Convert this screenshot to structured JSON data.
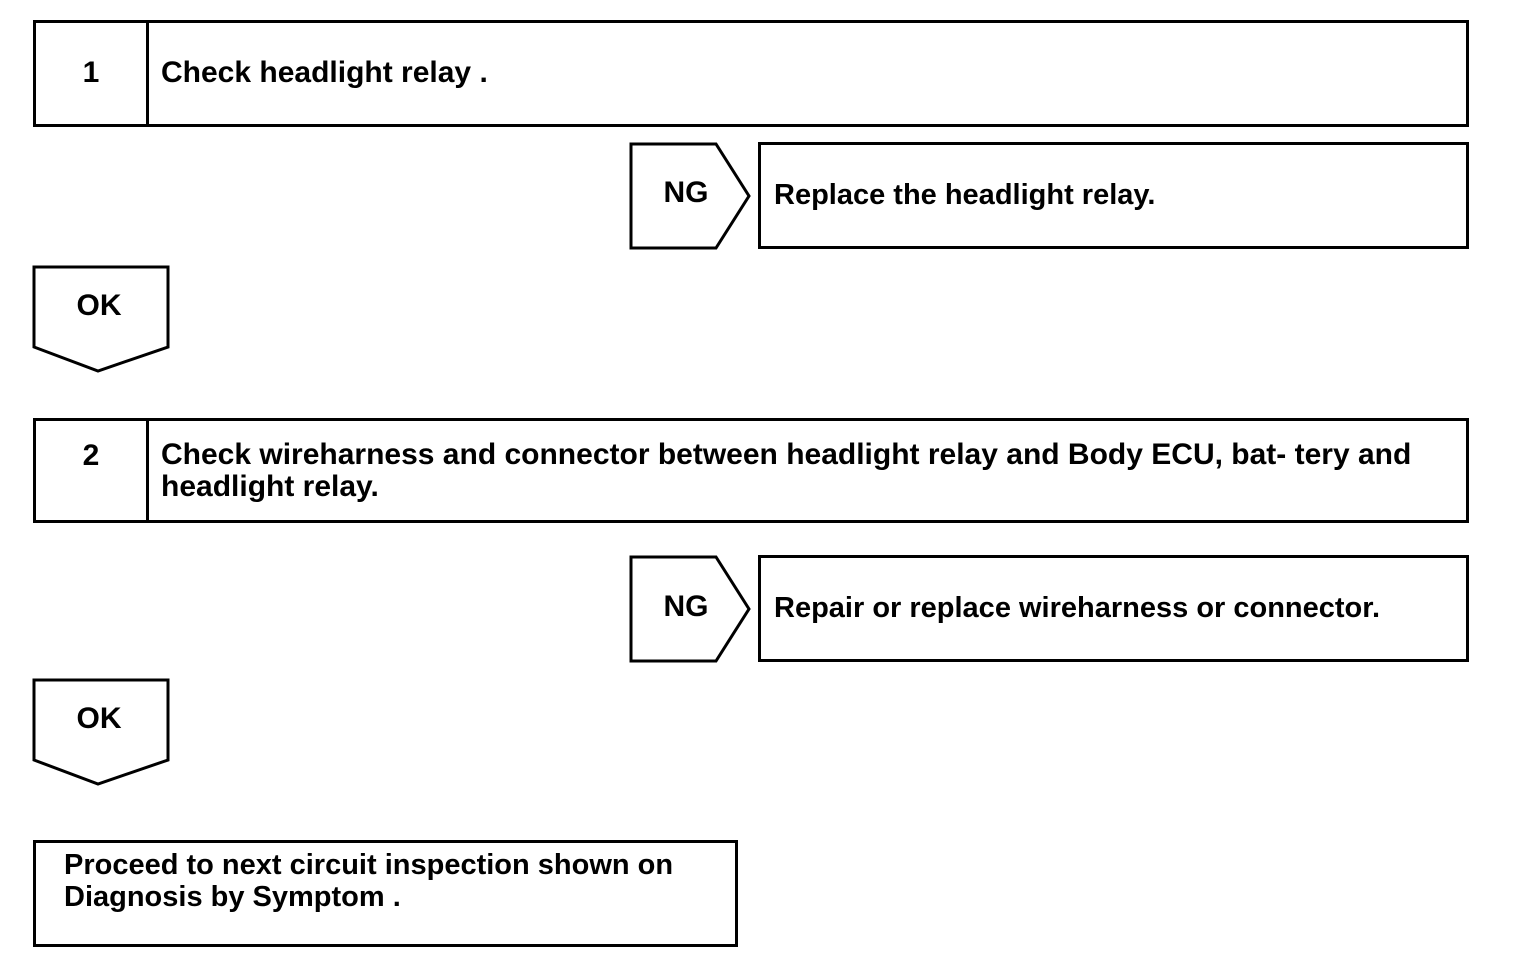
{
  "steps": [
    {
      "number": "1",
      "text": "Check headlight relay ."
    },
    {
      "number": "2",
      "text": "Check wireharness and connector between headlight relay and Body ECU, bat- tery and headlight relay."
    }
  ],
  "branches": [
    {
      "ng_label": "NG",
      "ng_action": "Replace the headlight relay.",
      "ok_label": "OK"
    },
    {
      "ng_label": "NG",
      "ng_action": "Repair or replace wireharness or connector.",
      "ok_label": "OK"
    }
  ],
  "final_action": "Proceed to next circuit inspection shown on Diagnosis by Symptom ."
}
